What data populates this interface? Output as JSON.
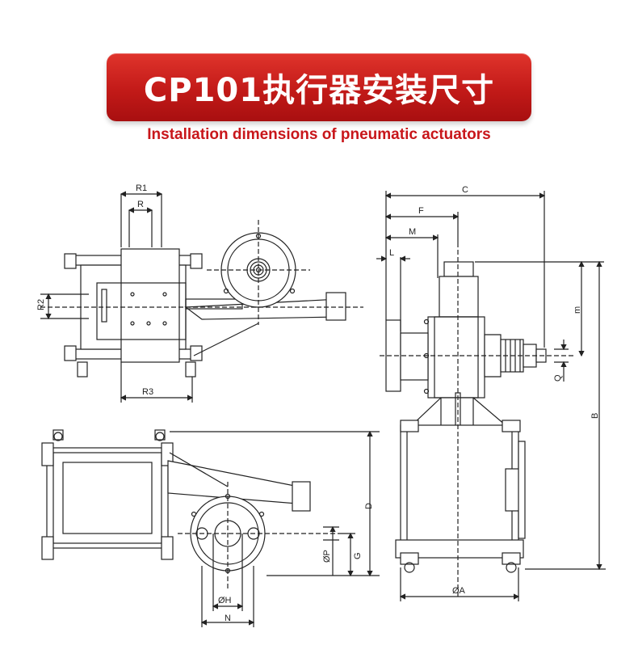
{
  "header": {
    "title": "CP101执行器安装尺寸",
    "subtitle": "Installation dimensions of pneumatic actuators"
  },
  "colors": {
    "banner": "#c21a18",
    "subtitle": "#c8161a",
    "line": "#222222"
  },
  "dimensions": {
    "top_view": {
      "r1": "R1",
      "r": "R",
      "r2": "R2",
      "r3": "R3"
    },
    "bottom_view": {
      "d": "D",
      "g": "G",
      "p": "ØP",
      "h": "ØH",
      "n": "N"
    },
    "side_view": {
      "c": "C",
      "f": "F",
      "m": "M",
      "l": "L",
      "m_lower": "m",
      "q": "Q",
      "b": "B",
      "a": "ØA"
    }
  }
}
